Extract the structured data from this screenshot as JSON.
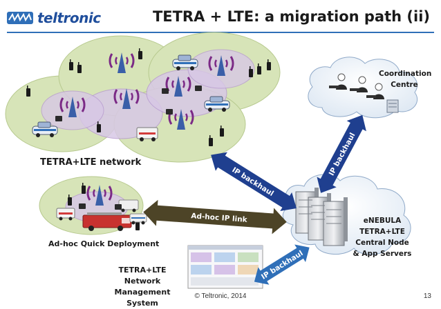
{
  "header": {
    "logo_text": "teltronic",
    "title": "TETRA + LTE: a migration path  (ii)"
  },
  "labels": {
    "network": "TETRA+LTE network",
    "adhoc": "Ad-hoc Quick Deployment",
    "nms_line1": "TETRA+LTE Network",
    "nms_line2": "Management System",
    "coord_line1": "Coordination",
    "coord_line2": "Centre",
    "enebula_line1": "eNEBULA",
    "enebula_line2": "TETRA+LTE",
    "enebula_line3": "Central Node",
    "enebula_line4": "& App Servers"
  },
  "links": {
    "ip_backhaul_network": "IP backhaul",
    "ip_backhaul_coord": "IP backhaul",
    "adhoc_ip_link": "Ad-hoc IP link",
    "ip_backhaul_nms": "IP backhaul"
  },
  "footer": {
    "copyright": "© Teltronic, 2014",
    "page": "13"
  },
  "colors": {
    "brand_blue": "#1f4e9c",
    "cell_green": "#d7e4b8",
    "cell_purple": "#d8c8e6",
    "arrow_blue": "#1f3f8f",
    "arrow_olive": "#4d4427",
    "tower_purple": "#7b2a86"
  }
}
